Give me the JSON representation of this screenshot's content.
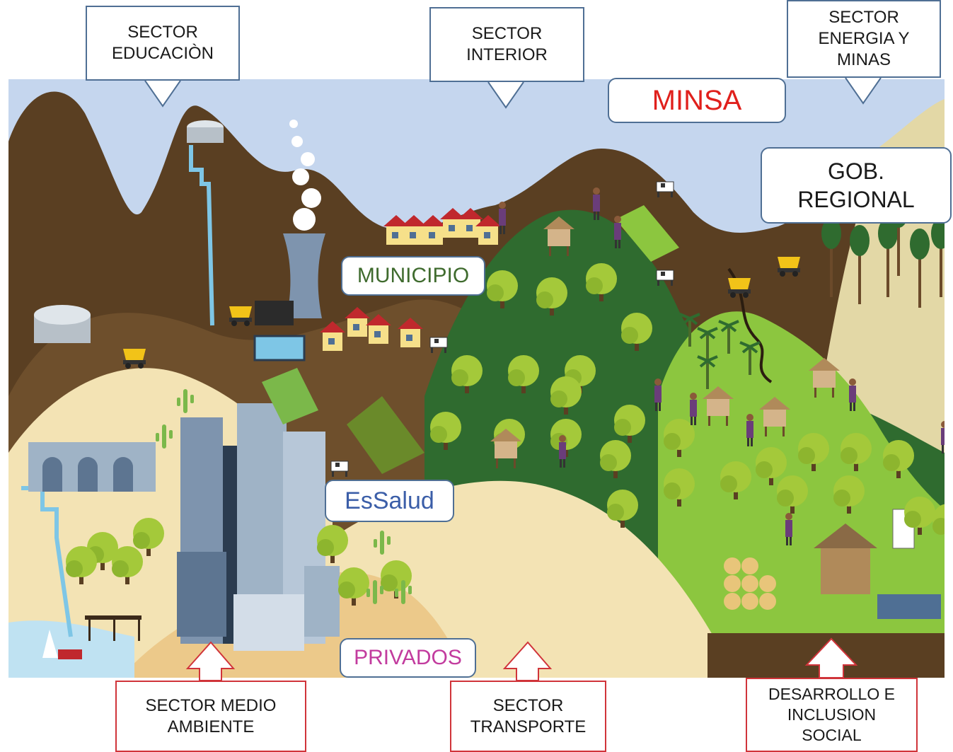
{
  "colors": {
    "sky": "#c5d6ee",
    "mountain_brown": "#5a3f22",
    "mid_brown": "#7a5a36",
    "forest_green": "#2f6b2f",
    "light_green": "#8cc63f",
    "tree_green": "#a4c93a",
    "sand": "#f3e3b4",
    "sand_dark": "#ecc98a",
    "water": "#bfe2f2",
    "callout_top_border": "#4f6f94",
    "callout_bottom_border": "#d0343a",
    "minsa_text": "#e0201c",
    "municipio_text": "#3f6b2e",
    "essalud_text": "#3b5ea8",
    "privados_text": "#c23b9e"
  },
  "labels": {
    "sector_educacion": "SECTOR\nEDUCACIÒN",
    "sector_interior": "SECTOR\nINTERIOR",
    "sector_energia_minas": "SECTOR\nENERGIA Y\nMINAS",
    "minsa": "MINSA",
    "gob_regional": "GOB.\nREGIONAL",
    "municipio": "MUNICIPIO",
    "essalud": "EsSalud",
    "privados": "PRIVADOS",
    "sector_medio_ambiente": "SECTOR MEDIO\nAMBIENTE",
    "sector_transporte": "SECTOR\nTRANSPORTE",
    "desarrollo_inclusion": "DESARROLLO E\nINCLUSION\nSOCIAL"
  }
}
